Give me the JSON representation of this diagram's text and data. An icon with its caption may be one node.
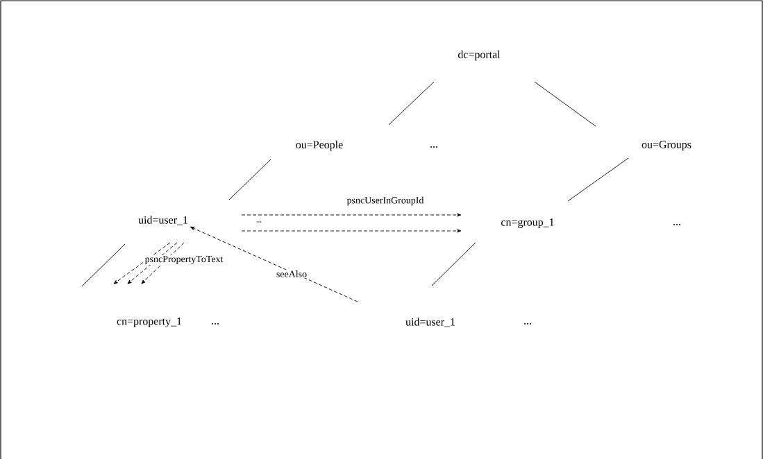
{
  "diagram": {
    "nodes": [
      {
        "text": [
          "dc=portal"
        ]
      },
      {
        "text": [
          "ou=People"
        ]
      },
      {
        "text": [
          "ou=Groups"
        ]
      },
      {
        "text": [
          "uid=user_1"
        ]
      },
      {
        "text": [
          "cn=group_1"
        ]
      },
      {
        "text": [
          "cn=property_1"
        ]
      },
      {
        "text": [
          "uid=user_1"
        ]
      }
    ],
    "edges": [
      {
        "from": 0,
        "to": 1,
        "arrow": "none"
      },
      {
        "from": 0,
        "to": 2,
        "arrow": "none"
      },
      {
        "from": 1,
        "to": 3,
        "arrow": "none"
      },
      {
        "from": 2,
        "to": 4,
        "arrow": "none"
      },
      {
        "from": 3,
        "to": 4,
        "arrow": "to",
        "style": "dashed",
        "label": "psncUserInGroupId"
      },
      {
        "from": 3,
        "to": 4,
        "arrow": "to",
        "style": "dashed"
      },
      {
        "from": 3,
        "to": 5,
        "arrow": "to",
        "style": "dashed",
        "label": "psncPropertyToText"
      },
      {
        "from": 3,
        "to": 5,
        "arrow": "to",
        "style": "dashed"
      },
      {
        "from": 3,
        "to": 5,
        "arrow": "to",
        "style": "dashed"
      },
      {
        "from": 4,
        "to": 6,
        "arrow": "none"
      },
      {
        "from": 3,
        "to": 5,
        "arrow": "none"
      },
      {
        "from": 6,
        "to": 3,
        "arrow": "to",
        "style": "dashed",
        "label": "seeAlso"
      }
    ],
    "labels": [
      "...",
      "...",
      "...",
      "...",
      "..."
    ]
  }
}
